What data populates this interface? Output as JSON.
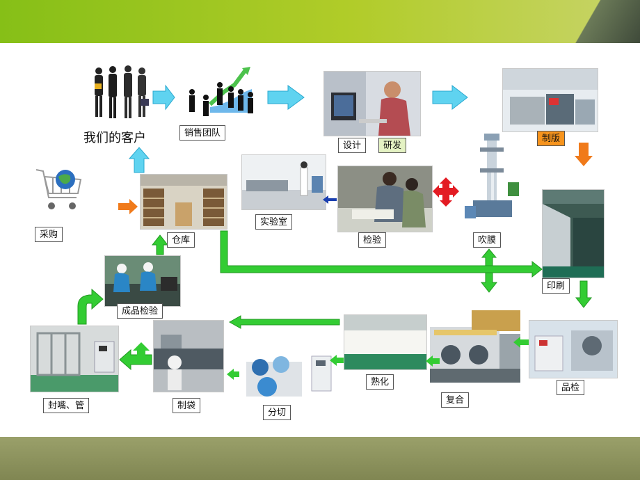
{
  "nodes": {
    "customers": "我们的客户",
    "sales": "销售团队",
    "design": "设计",
    "rnd": "研发",
    "plate": "制版",
    "purchase": "采购",
    "warehouse": "仓库",
    "lab": "实验室",
    "inspection": "检验",
    "blown_film": "吹膜",
    "printing": "印刷",
    "finished_check": "成品检验",
    "quality_check": "品检",
    "curing": "熟化",
    "laminating": "复合",
    "spout": "封嘴、管",
    "bag_making": "制袋",
    "slitting": "分切"
  },
  "colors": {
    "cyan_arrow": "#5fd3f0",
    "green_arrow": "#33cc33",
    "orange_arrow": "#f07a1a",
    "red_arrow": "#e31b23",
    "orange_label": "#f7941d"
  },
  "icons": [
    "shopping-cart-icon",
    "globe-icon"
  ]
}
